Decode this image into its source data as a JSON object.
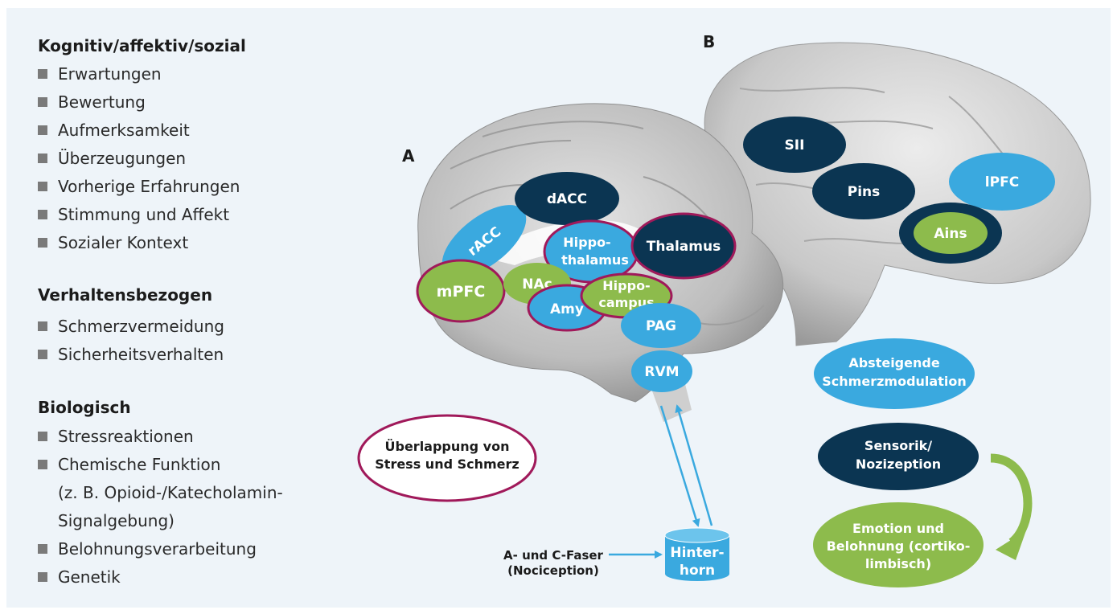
{
  "sections": [
    {
      "title": "Kognitiv/affektiv/sozial",
      "items": [
        "Erwartungen",
        "Bewertung",
        "Aufmerksamkeit",
        "Überzeugungen",
        "Vorherige Erfahrungen",
        "Stimmung und Affekt",
        "Sozialer Kontext"
      ]
    },
    {
      "title": "Verhaltensbezogen",
      "items": [
        "Schmerzvermeidung",
        "Sicherheitsverhalten"
      ]
    },
    {
      "title": "Biologisch",
      "items": [
        "Stressreaktionen",
        "Chemische Funktion",
        "(z. B. Opioid-/Katecholamin-",
        "Signalgebung)",
        "Belohnungsverarbeitung",
        "Genetik"
      ]
    }
  ],
  "panel_labels": {
    "a": "A",
    "b": "B"
  },
  "regions": {
    "dacc": "dACC",
    "racc": "rACC",
    "hypothalamus": [
      "Hippo-",
      "thalamus"
    ],
    "thalamus": "Thalamus",
    "mpfc": "mPFC",
    "nac": "NAc",
    "hippocampus": [
      "Hippo-",
      "campus"
    ],
    "amy": "Amy",
    "pag": "PAG",
    "rvm": "RVM",
    "sii": "SII",
    "pins": "Pins",
    "lpfc": "lPFC",
    "ains": "Ains"
  },
  "dorsal_horn": [
    "Hinter-",
    "horn"
  ],
  "fiber_input": [
    "A- und C-Faser",
    "(Nociception)"
  ],
  "legend": {
    "overlap": [
      "Überlappung von",
      "Stress und Schmerz"
    ],
    "descending": [
      "Absteigende",
      "Schmerzmodulation"
    ],
    "sensory": [
      "Sensorik/",
      "Nozizeption"
    ],
    "emotion": [
      "Emotion und",
      "Belohnung (cortiko-",
      "limbisch)"
    ]
  },
  "colors": {
    "background": "#eef4f9",
    "light_blue": "#3aa9df",
    "dark_navy": "#0b3552",
    "green": "#8dbb4c",
    "magenta_border": "#a0195a"
  }
}
